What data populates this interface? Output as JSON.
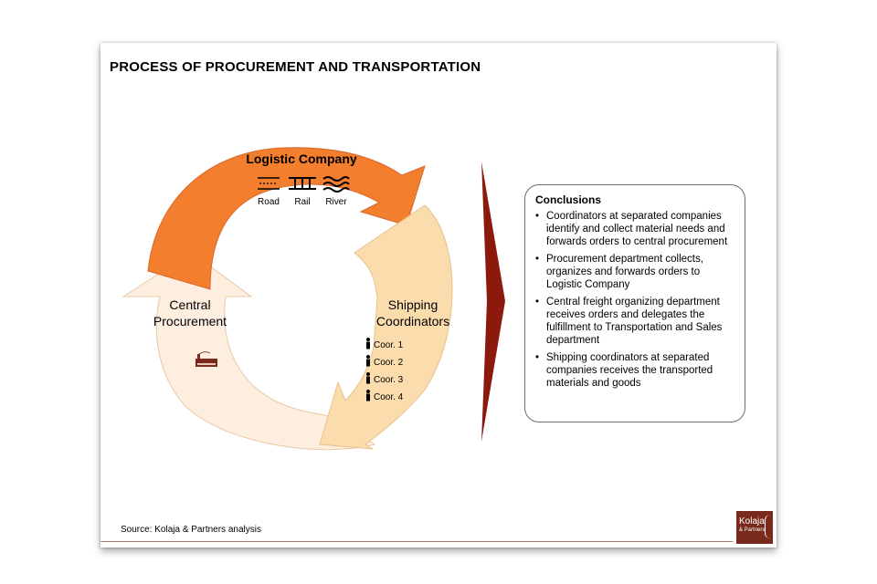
{
  "title": "PROCESS OF PROCUREMENT  AND TRANSPORTATION",
  "cycle": {
    "logistic": {
      "label": "Logistic Company",
      "modes": [
        "Road",
        "Rail",
        "River"
      ]
    },
    "shipping": {
      "label_line1": "Shipping",
      "label_line2": "Coordinators",
      "coordinators": [
        "Coor. 1",
        "Coor. 2",
        "Coor. 3",
        "Coor. 4"
      ]
    },
    "central": {
      "label_line1": "Central",
      "label_line2": "Procurement"
    }
  },
  "conclusions": {
    "heading": "Conclusions",
    "items": [
      "Coordinators at separated companies identify and collect material needs and forwards orders to central procurement",
      "Procurement department collects, organizes and  forwards orders to Logistic Company",
      "Central freight organizing department receives orders and delegates the fulfillment to Transportation and Sales department",
      "Shipping coordinators at separated companies receives the transported materials and goods"
    ]
  },
  "source": "Source: Kolaja & Partners analysis",
  "logo": {
    "line1": "Kolaja",
    "line2": "& Partners"
  },
  "colors": {
    "logistic": "#f37e2d",
    "shipping": "#fbdcad",
    "central": "#fdeee0",
    "chevron": "#8b1a0c",
    "logo": "#7a2a1c"
  }
}
